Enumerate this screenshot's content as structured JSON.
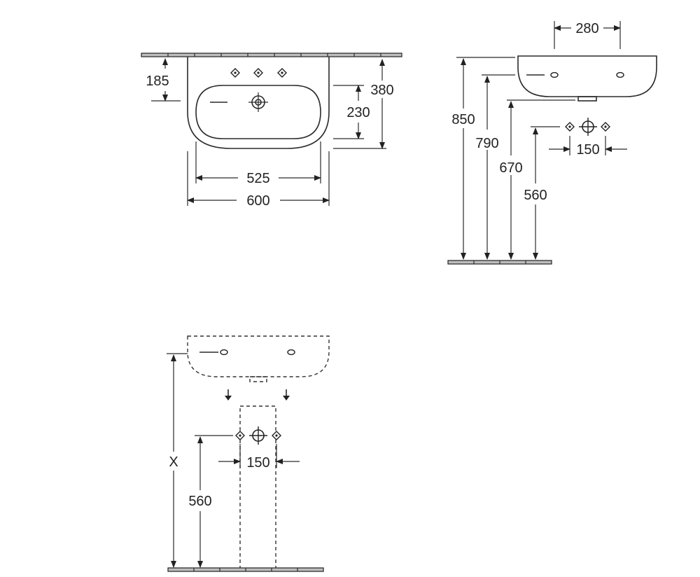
{
  "front_view": {
    "dim_tap_height": "185",
    "dim_depth": "380",
    "dim_bowl_depth": "230",
    "dim_bowl_width": "525",
    "dim_total_width": "600"
  },
  "side_view": {
    "dim_hole_spacing": "280",
    "dim_rim_height": "850",
    "dim_hole_height": "790",
    "dim_bottom_height": "670",
    "dim_supply_height": "560",
    "dim_supply_spacing": "150"
  },
  "pedestal_view": {
    "dim_total_height": "X",
    "dim_supply_height": "560",
    "dim_supply_spacing": "150"
  }
}
